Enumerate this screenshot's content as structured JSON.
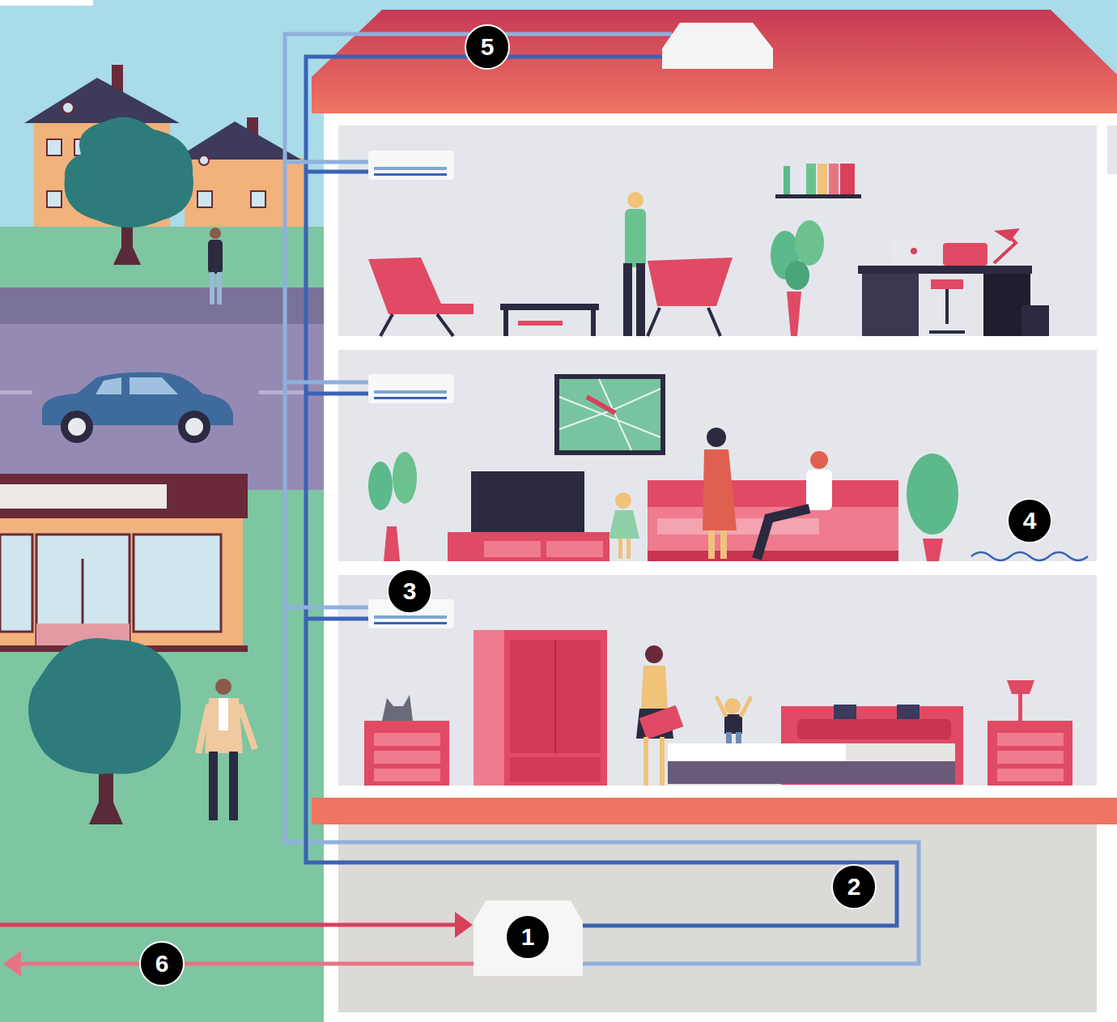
{
  "diagram": {
    "labels": [
      "5",
      "4",
      "3",
      "2",
      "1",
      "6"
    ]
  }
}
